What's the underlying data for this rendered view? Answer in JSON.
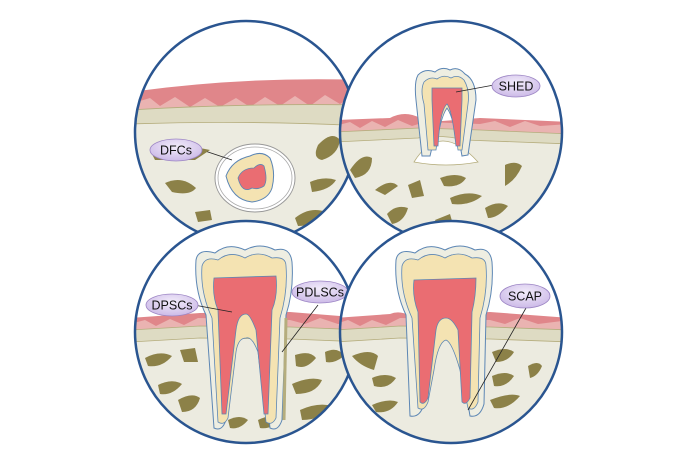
{
  "figure": {
    "title": "Dental stem cell sources",
    "panels": [
      {
        "id": "dfc",
        "label": "DFCs",
        "description": "Dental follicle around developing tooth germ in jaw bone"
      },
      {
        "id": "shed",
        "label": "SHED",
        "description": "Exfoliating deciduous tooth with resorbed roots"
      },
      {
        "id": "dpsc",
        "label": "DPSCs",
        "second_label": "PDLSCs",
        "description": "Mature permanent molar: dental pulp and periodontal ligament"
      },
      {
        "id": "scap",
        "label": "SCAP",
        "description": "Developing permanent molar with open root apices"
      }
    ]
  },
  "colors": {
    "circle_border": "#2a5590",
    "bone_bg": "#ecebe0",
    "bone_trabeculae": "#8c8148",
    "gingiva_dark": "#e0868a",
    "gingiva_light": "#eab3b1",
    "cortical_band": "#dedbc3",
    "pulp": "#ea6d72",
    "dentin": "#f4e3b2",
    "enamel": "#eeeee2",
    "tooth_outline": "#5c86b4",
    "label_fill": "#ddd0f0",
    "label_border": "#9c85c4"
  }
}
